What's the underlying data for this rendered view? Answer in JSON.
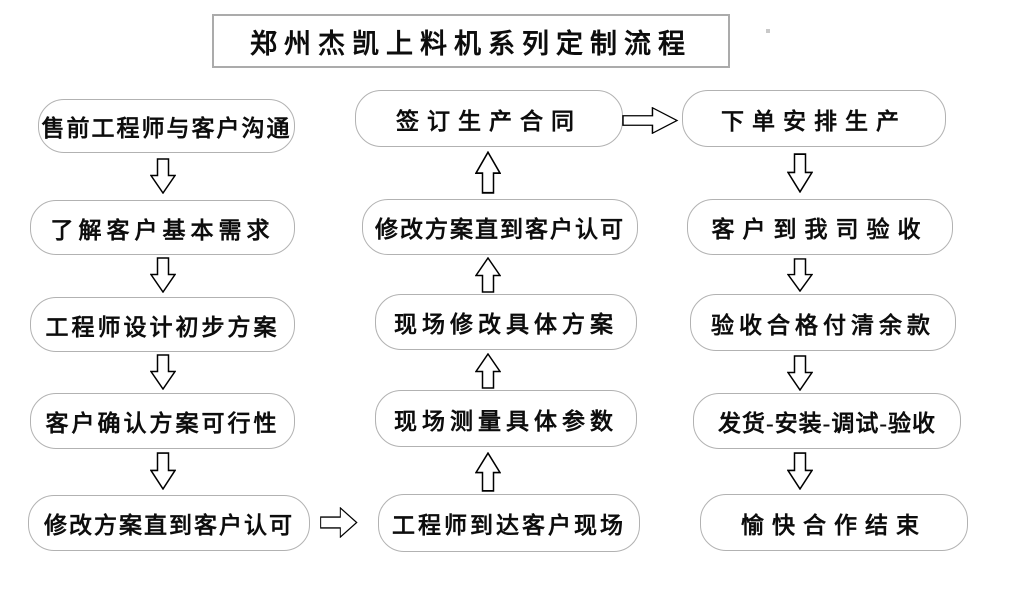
{
  "title": "郑州杰凯上料机系列定制流程",
  "flow": {
    "left_column": [
      {
        "label": "售前工程师与客户沟通"
      },
      {
        "label": "了解客户基本需求"
      },
      {
        "label": "工程师设计初步方案"
      },
      {
        "label": "客户确认方案可行性"
      },
      {
        "label": "修改方案直到客户认可"
      }
    ],
    "middle_column": [
      {
        "label": "签订生产合同"
      },
      {
        "label": "修改方案直到客户认可"
      },
      {
        "label": "现场修改具体方案"
      },
      {
        "label": "现场测量具体参数"
      },
      {
        "label": "工程师到达客户现场"
      }
    ],
    "right_column": [
      {
        "label": "下单安排生产"
      },
      {
        "label": "客户到我司验收"
      },
      {
        "label": "验收合格付清余款"
      },
      {
        "label": "发货-安装-调试-验收"
      },
      {
        "label": "愉快合作结束"
      }
    ],
    "direction_notes": {
      "left_column": "top-to-bottom",
      "middle_column": "bottom-to-top",
      "right_column": "top-to-bottom"
    }
  },
  "icons": {
    "down_arrow": "⇩",
    "up_arrow": "⇧",
    "right_arrow": "⇨"
  },
  "colors": {
    "background": "#ffffff",
    "box_border": "#b2b2b2",
    "title_border": "#ababab",
    "text": "#0d0d0d",
    "arrow_outline": "#000000",
    "arrow_fill": "#ffffff"
  }
}
